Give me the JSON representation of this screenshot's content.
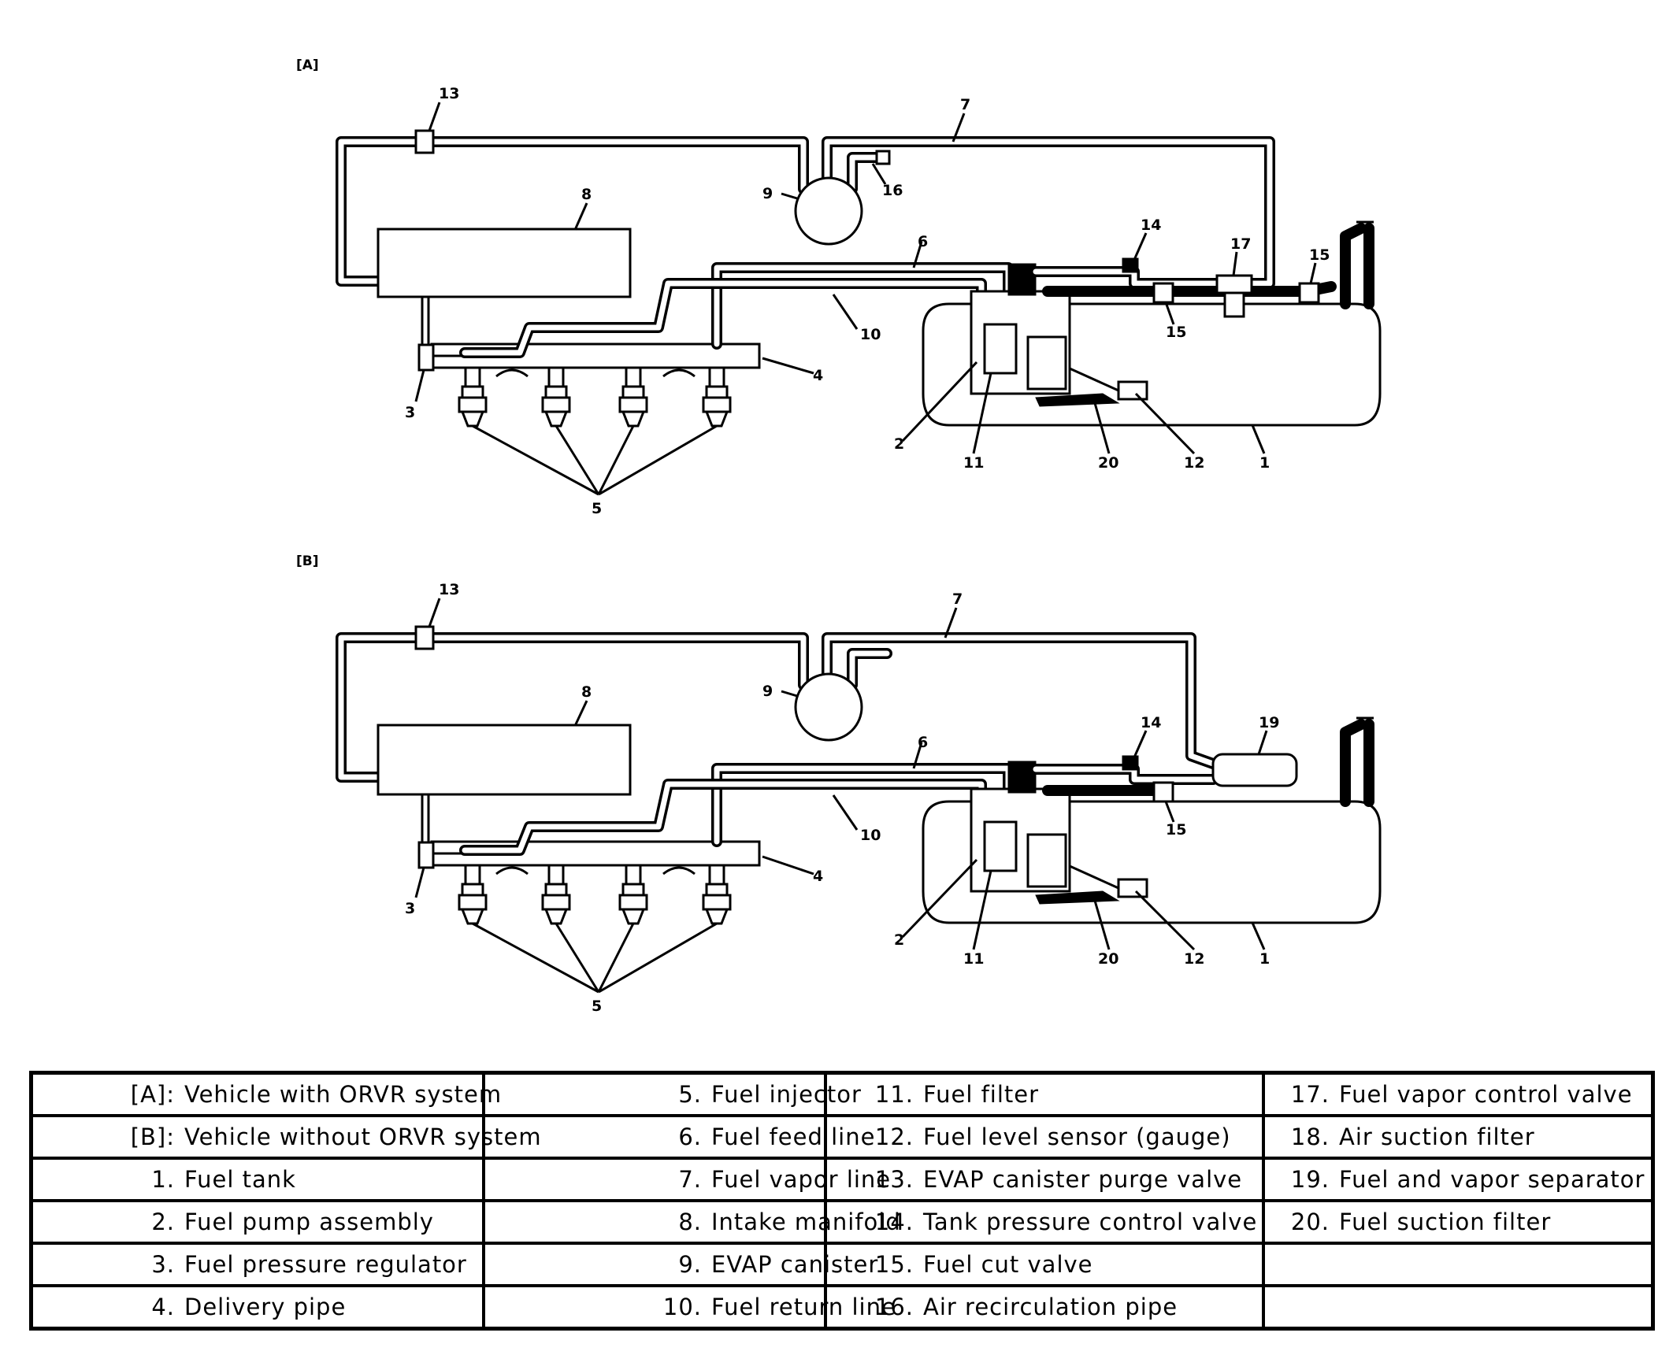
{
  "sections": {
    "a": {
      "label": "[A]",
      "callouts": {
        "c1": "1",
        "c2": "2",
        "c3": "3",
        "c4": "4",
        "c5": "5",
        "c6": "6",
        "c7": "7",
        "c8": "8",
        "c9": "9",
        "c10": "10",
        "c11": "11",
        "c12": "12",
        "c13": "13",
        "c14": "14",
        "c15a": "15",
        "c15b": "15",
        "c16": "16",
        "c17": "17",
        "c20": "20"
      }
    },
    "b": {
      "label": "[B]",
      "callouts": {
        "c1": "1",
        "c2": "2",
        "c3": "3",
        "c4": "4",
        "c5": "5",
        "c6": "6",
        "c7": "7",
        "c8": "8",
        "c9": "9",
        "c10": "10",
        "c11": "11",
        "c12": "12",
        "c13": "13",
        "c14": "14",
        "c15": "15",
        "c19": "19",
        "c20": "20"
      }
    }
  },
  "legend": {
    "rows": [
      [
        {
          "k": "[A]:",
          "t": "Vehicle with ORVR system"
        },
        {
          "k": "5.",
          "t": "Fuel injector"
        },
        {
          "k": "11.",
          "t": "Fuel filter"
        },
        {
          "k": "17.",
          "t": "Fuel vapor control valve"
        }
      ],
      [
        {
          "k": "[B]:",
          "t": "Vehicle without ORVR system"
        },
        {
          "k": "6.",
          "t": "Fuel feed line"
        },
        {
          "k": "12.",
          "t": "Fuel level sensor (gauge)"
        },
        {
          "k": "18.",
          "t": "Air suction filter"
        }
      ],
      [
        {
          "k": "1.",
          "t": "Fuel tank"
        },
        {
          "k": "7.",
          "t": "Fuel vapor line"
        },
        {
          "k": "13.",
          "t": "EVAP canister purge valve"
        },
        {
          "k": "19.",
          "t": "Fuel and vapor separator"
        }
      ],
      [
        {
          "k": "2.",
          "t": "Fuel pump assembly"
        },
        {
          "k": "8.",
          "t": "Intake manifold"
        },
        {
          "k": "14.",
          "t": "Tank pressure control valve"
        },
        {
          "k": "20.",
          "t": "Fuel suction filter"
        }
      ],
      [
        {
          "k": "3.",
          "t": "Fuel pressure regulator"
        },
        {
          "k": "9.",
          "t": "EVAP canister"
        },
        {
          "k": "15.",
          "t": "Fuel cut valve"
        },
        {
          "k": "",
          "t": ""
        }
      ],
      [
        {
          "k": "4.",
          "t": "Delivery pipe"
        },
        {
          "k": "10.",
          "t": "Fuel return line"
        },
        {
          "k": "16.",
          "t": "Air recirculation pipe"
        },
        {
          "k": "",
          "t": ""
        }
      ]
    ]
  }
}
